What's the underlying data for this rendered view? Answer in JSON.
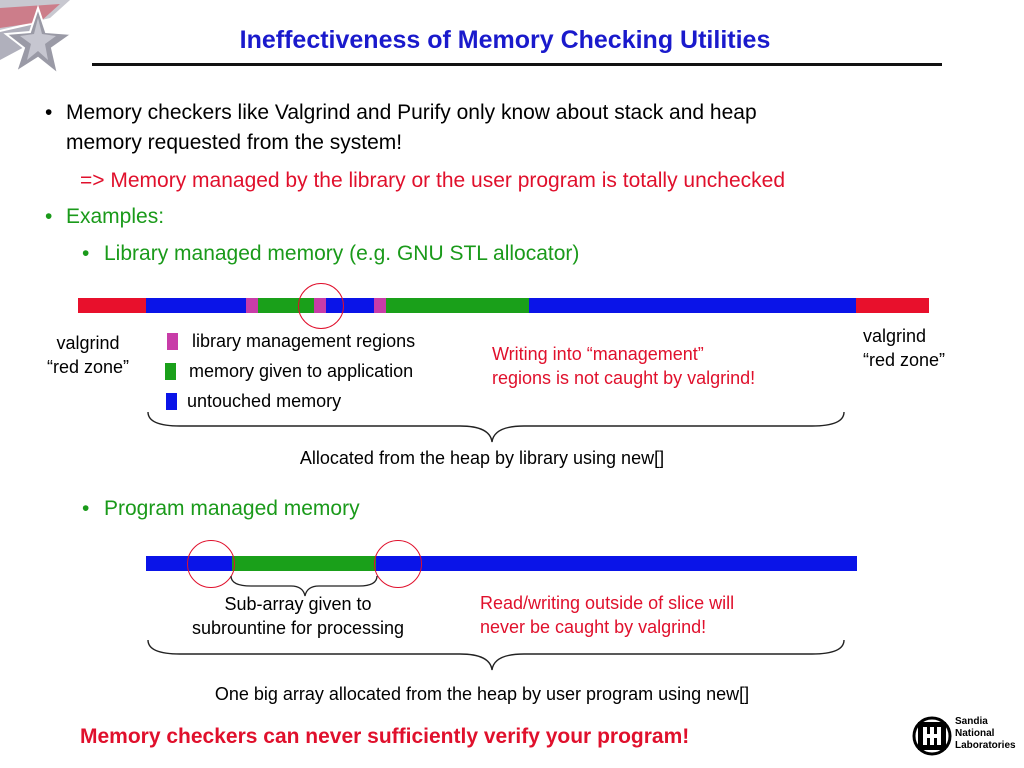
{
  "slide": {
    "title": "Ineffectiveness of Memory Checking Utilities",
    "bullet1_line1": "Memory checkers like Valgrind and Purify only know about stack and heap",
    "bullet1_line2": "memory requested from the system!",
    "consequence": "=> Memory managed by the library or the user program is totally unchecked",
    "examples": "Examples:",
    "sub1": "Library managed memory (e.g. GNU STL allocator)",
    "sub2": "Program managed memory",
    "bullet_char": "•",
    "footer": "Memory checkers can never sufficiently verify your program!"
  },
  "diagram1": {
    "left_label": [
      "valgrind",
      "“red zone”"
    ],
    "right_label": [
      "valgrind",
      "“red zone”"
    ],
    "legend": [
      {
        "label": "library management regions",
        "color": "#c83ca8"
      },
      {
        "label": "memory given to application",
        "color": "#1aa01a"
      },
      {
        "label": "untouched memory",
        "color": "#0a14e8"
      }
    ],
    "note_line1": "Writing into “management”",
    "note_line2": "regions is not caught by valgrind!",
    "brace_label": "Allocated from the heap by library using new[]"
  },
  "diagram2": {
    "sub_array_line1": "Sub-array given to",
    "sub_array_line2": "subrountine for processing",
    "note_line1": "Read/writing outside of slice will",
    "note_line2": "never be caught by valgrind!",
    "brace_label": "One big array allocated from the heap by user program using new[]"
  },
  "logo": {
    "line1": "Sandia",
    "line2": "National",
    "line3": "Laboratories"
  },
  "colors": {
    "title": "#1a1acc",
    "red": "#e0102c",
    "green": "#1a9a1a",
    "blue": "#0a14e8",
    "magenta": "#c83ca8"
  }
}
